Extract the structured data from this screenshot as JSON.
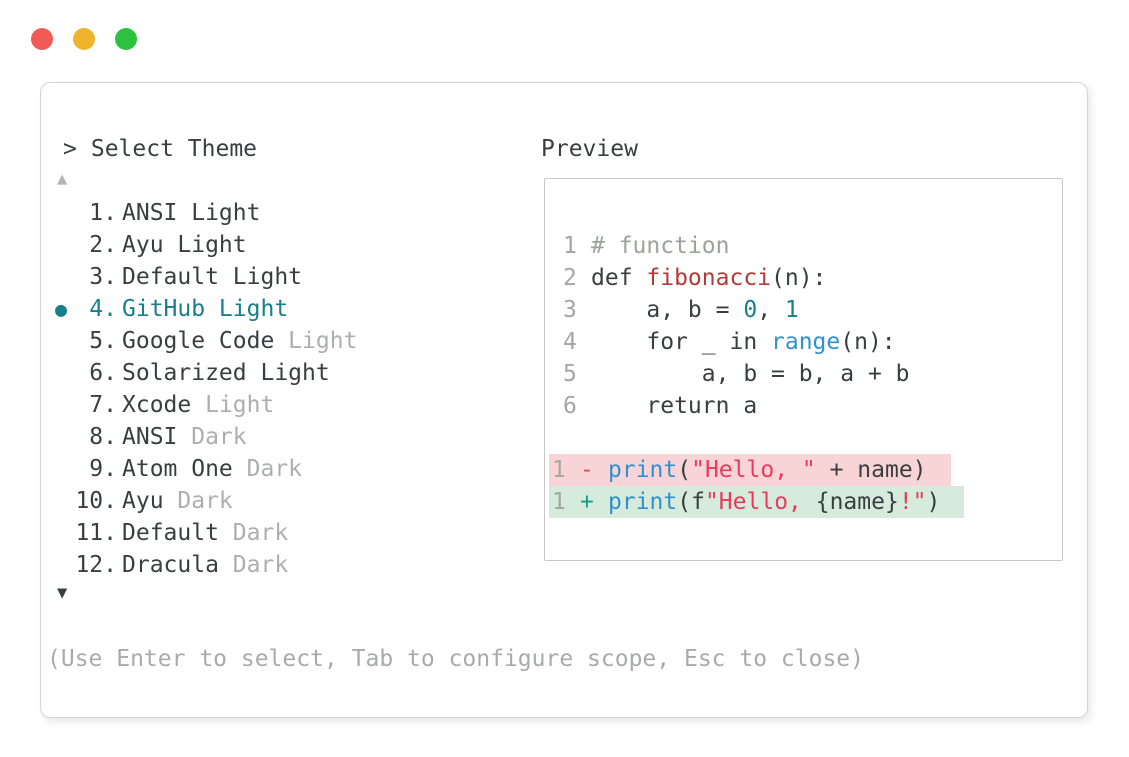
{
  "window": {
    "controls": [
      {
        "name": "close",
        "color": "#f15b55"
      },
      {
        "name": "minimize",
        "color": "#f0b42c"
      },
      {
        "name": "zoom",
        "color": "#2cc23e"
      }
    ]
  },
  "header": {
    "prompt": ">",
    "title": "Select Theme"
  },
  "preview": {
    "label": "Preview"
  },
  "theme_list": {
    "scroll_up_symbol": "▲",
    "scroll_down_symbol": "▼",
    "selected_marker": "●",
    "selected_index": 4,
    "items": [
      {
        "number": "1",
        "name": "ANSI Light",
        "muted": "",
        "selected": false
      },
      {
        "number": "2",
        "name": "Ayu Light",
        "muted": "",
        "selected": false
      },
      {
        "number": "3",
        "name": "Default Light",
        "muted": "",
        "selected": false
      },
      {
        "number": "4",
        "name": "GitHub Light",
        "muted": "",
        "selected": true
      },
      {
        "number": "5",
        "name": "Google Code",
        "muted": "Light",
        "selected": false
      },
      {
        "number": "6",
        "name": "Solarized Light",
        "muted": "",
        "selected": false
      },
      {
        "number": "7",
        "name": "Xcode",
        "muted": "Light",
        "selected": false
      },
      {
        "number": "8",
        "name": "ANSI",
        "muted": "Dark",
        "selected": false
      },
      {
        "number": "9",
        "name": "Atom One",
        "muted": "Dark",
        "selected": false
      },
      {
        "number": "10",
        "name": "Ayu",
        "muted": "Dark",
        "selected": false
      },
      {
        "number": "11",
        "name": "Default",
        "muted": "Dark",
        "selected": false
      },
      {
        "number": "12",
        "name": "Dracula",
        "muted": "Dark",
        "selected": false
      }
    ]
  },
  "code_preview": {
    "lines": [
      {
        "num": "1",
        "tokens": [
          {
            "c": "comment",
            "t": "# function"
          }
        ]
      },
      {
        "num": "2",
        "tokens": [
          {
            "c": "plain",
            "t": "def "
          },
          {
            "c": "func",
            "t": "fibonacci"
          },
          {
            "c": "plain",
            "t": "(n):"
          }
        ]
      },
      {
        "num": "3",
        "tokens": [
          {
            "c": "plain",
            "t": "    a, b = "
          },
          {
            "c": "number",
            "t": "0"
          },
          {
            "c": "plain",
            "t": ", "
          },
          {
            "c": "number",
            "t": "1"
          }
        ]
      },
      {
        "num": "4",
        "tokens": [
          {
            "c": "plain",
            "t": "    for _ in "
          },
          {
            "c": "builtin",
            "t": "range"
          },
          {
            "c": "plain",
            "t": "(n):"
          }
        ]
      },
      {
        "num": "5",
        "tokens": [
          {
            "c": "plain",
            "t": "        a, b = b, a + b"
          }
        ]
      },
      {
        "num": "6",
        "tokens": [
          {
            "c": "plain",
            "t": "    return a"
          }
        ]
      }
    ],
    "diff": [
      {
        "num": "1",
        "sign": "-",
        "kind": "removed",
        "tokens": [
          {
            "c": "builtin",
            "t": "print"
          },
          {
            "c": "plain",
            "t": "("
          },
          {
            "c": "string",
            "t": "\"Hello, \""
          },
          {
            "c": "plain",
            "t": " + name)"
          }
        ]
      },
      {
        "num": "1",
        "sign": "+",
        "kind": "added",
        "tokens": [
          {
            "c": "builtin",
            "t": "print"
          },
          {
            "c": "plain",
            "t": "(f"
          },
          {
            "c": "string",
            "t": "\"Hello, "
          },
          {
            "c": "plain",
            "t": "{name}"
          },
          {
            "c": "string",
            "t": "!\""
          },
          {
            "c": "plain",
            "t": ")"
          }
        ]
      }
    ]
  },
  "footer": {
    "hint": "(Use Enter to select, Tab to configure scope, Esc to close)"
  },
  "colors": {
    "accent_teal": "#17808a",
    "text_dark": "#393e41",
    "text_muted": "#a9aaab",
    "diff_removed_bg": "#f8d4d6",
    "diff_added_bg": "#d6ebdc",
    "string_red": "#e73c5e",
    "builtin_blue": "#3390cf",
    "function_red": "#b23c35",
    "comment_gray": "#9ba49a"
  }
}
